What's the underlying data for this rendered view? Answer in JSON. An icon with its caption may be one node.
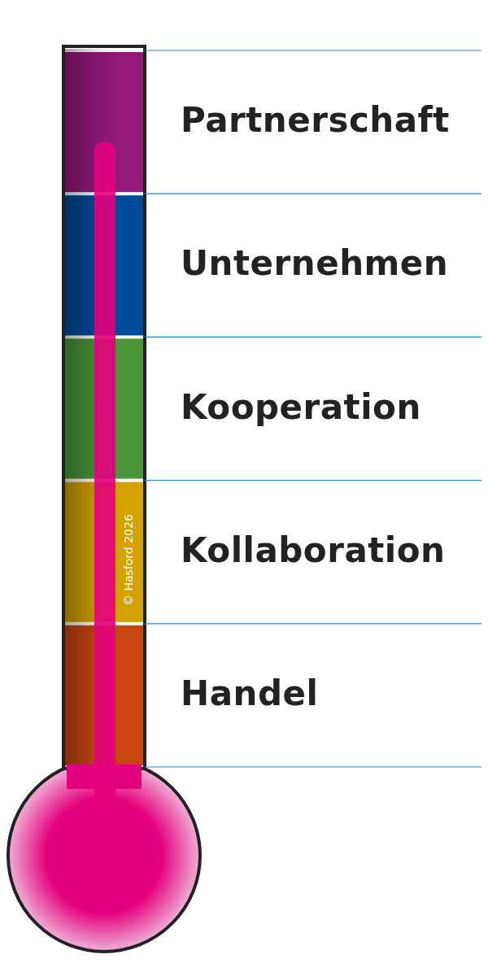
{
  "diagram": {
    "labels": [
      "Partnerschaft",
      "Unternehmen",
      "Kooperation",
      "Kollaboration",
      "Handel",
      "© Hasford 2026"
    ]
  }
}
